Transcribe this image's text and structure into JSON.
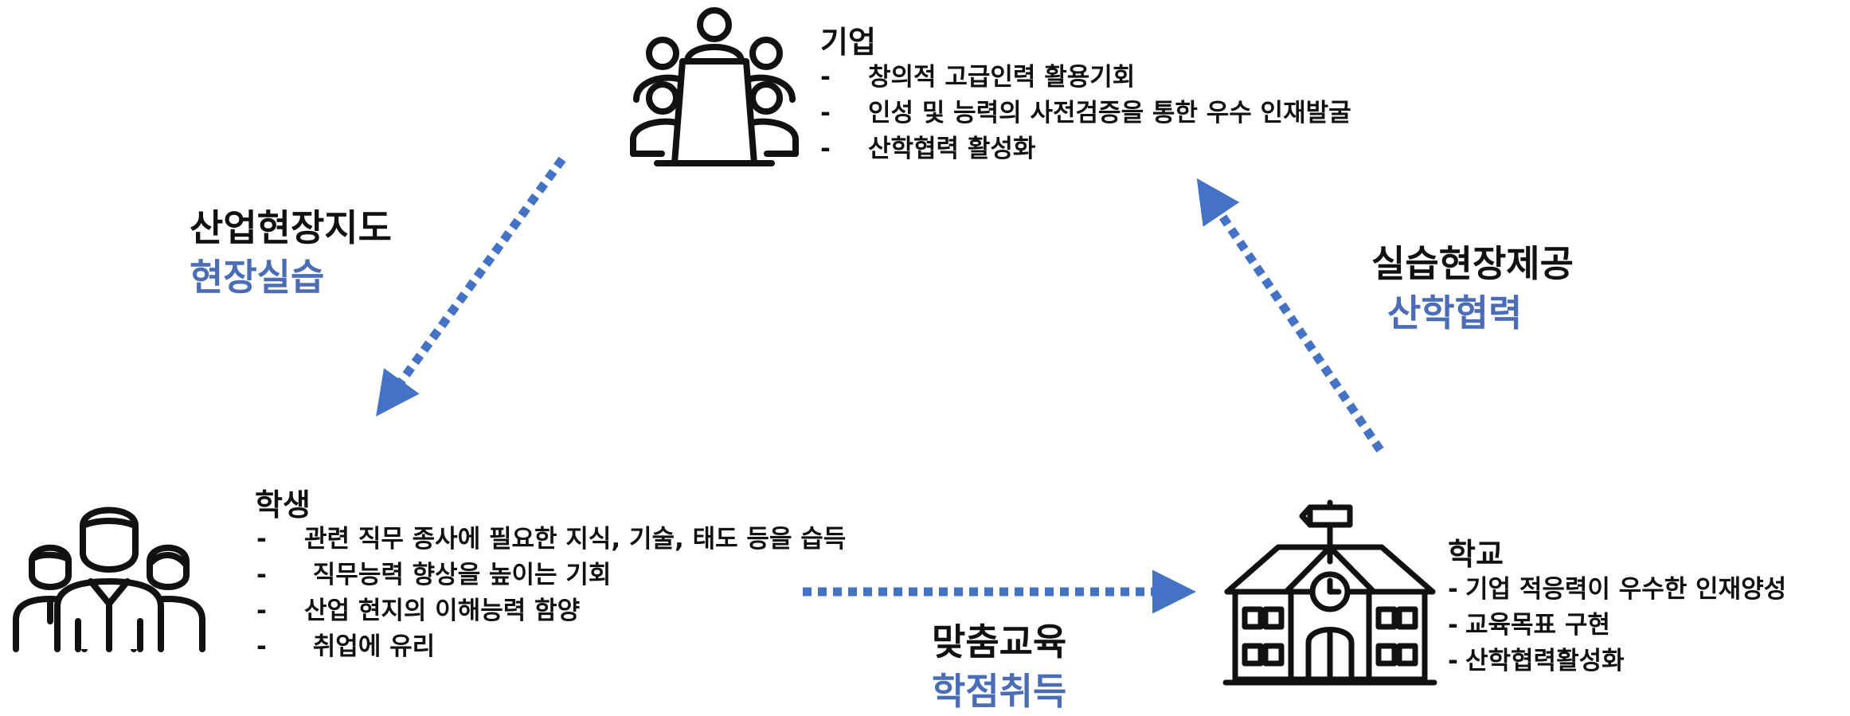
{
  "nodes": {
    "company": {
      "title": "기업",
      "items": [
        {
          "dash": "-",
          "text": "창의적 고급인력 활용기회"
        },
        {
          "dash": "-",
          "text": "인성 및 능력의 사전검증을 통한 우수 인재발굴"
        },
        {
          "dash": "-",
          "text": "산학협력 활성화"
        }
      ]
    },
    "student": {
      "title": "학생",
      "items": [
        {
          "dash": "-",
          "text": "관련 직무 종사에 필요한 지식, 기술, 태도 등을 습득"
        },
        {
          "dash": "-",
          "text": " 직무능력 향상을 높이는 기회"
        },
        {
          "dash": "-",
          "text": "산업 현지의 이해능력 함양"
        },
        {
          "dash": "-",
          "text": " 취업에 유리"
        }
      ]
    },
    "school": {
      "title": "학교",
      "items": [
        {
          "dash": "-",
          "text": "기업 적응력이 우수한 인재양성"
        },
        {
          "dash": "-",
          "text": "교육목표 구현"
        },
        {
          "dash": "-",
          "text": "산학협력활성화"
        }
      ]
    }
  },
  "edges": {
    "company_to_student": {
      "main": "산업현장지도",
      "sub": "현장실습"
    },
    "school_to_company": {
      "main": "실습현장제공",
      "sub": "산학협력"
    },
    "student_to_school": {
      "main": "맞춤교육",
      "sub": "학점취득"
    }
  },
  "colors": {
    "arrow": "#4472c4",
    "sub_label": "#4a6db5",
    "icon": "#111111"
  },
  "icons": {
    "company": "meeting-table-icon",
    "student": "people-group-icon",
    "school": "school-building-icon"
  }
}
